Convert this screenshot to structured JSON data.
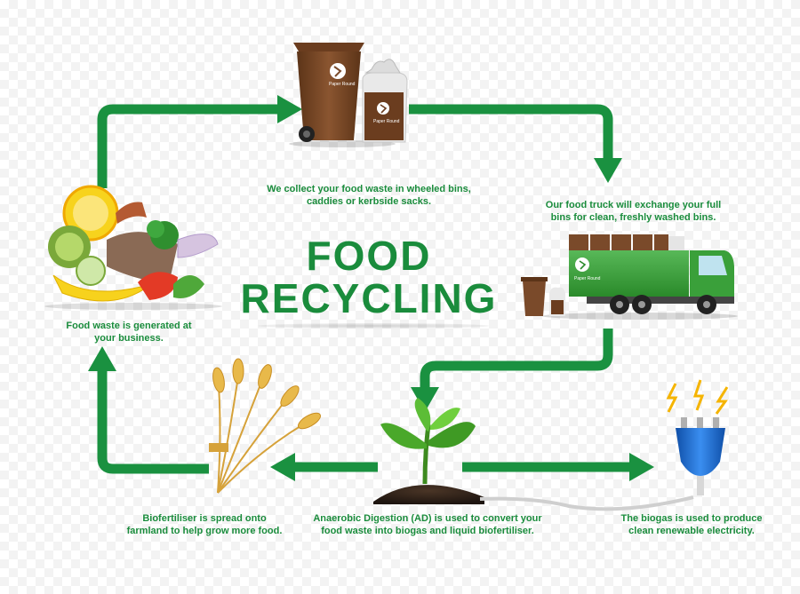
{
  "title": {
    "line1": "FOOD",
    "line2": "RECYCLING"
  },
  "steps": {
    "collect": "We collect your food waste in wheeled bins,\ncaddies or kerbside sacks.",
    "exchange": "Our food truck will exchange your full\nbins for clean, freshly washed bins.",
    "generated": "Food waste is generated at\nyour business.",
    "digestion": "Anaerobic Digestion (AD) is used to convert your\nfood waste into biogas and liquid biofertiliser.",
    "biofertiliser": "Biofertiliser is spread onto\nfarmland to help grow more food.",
    "biogas": "The biogas is used to produce\nclean renewable electricity."
  },
  "brand": {
    "logo_text": "Paper Round"
  },
  "colors": {
    "arrow_green": "#1a9140",
    "text_green": "#1a8c3c",
    "bin_brown": "#7a4a2a",
    "truck_green": "#3aa03a",
    "plug_blue": "#1d6fd1"
  },
  "icons": {
    "bin": "wheelie-bin-icon",
    "sack": "kerbside-sack-icon",
    "truck": "food-truck-icon",
    "plant": "seedling-icon",
    "wheat": "wheat-icon",
    "plug": "electric-plug-icon",
    "food": "food-waste-icon"
  }
}
